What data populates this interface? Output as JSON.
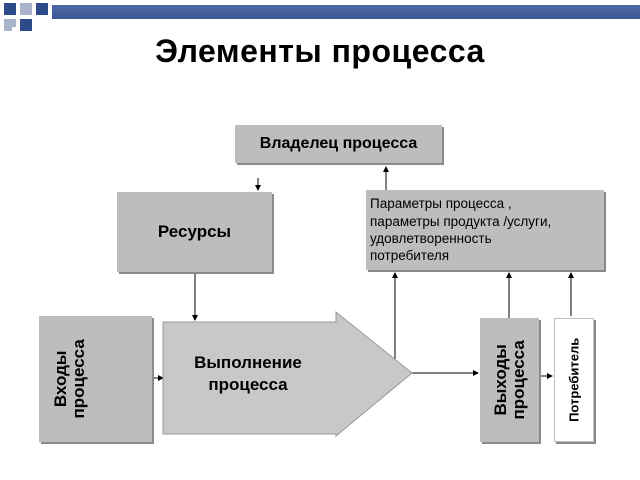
{
  "title": "Элементы процесса",
  "colors": {
    "box_fill": "#bdbdbd",
    "arrow_fill": "#c8c8c8",
    "decor_dark": "#2d4a8a",
    "decor_light": "#a9b4cc",
    "decor_bar": "#4d6aa6"
  },
  "diagram": {
    "owner": "Владелец процесса",
    "resources": "Ресурсы",
    "parameters": "Параметры процесса ,\nпараметры продукта /услуги,\nудовлетворенность\nпотребителя",
    "inputs": "Входы\nпроцесса",
    "execution": "Выполнение\nпроцесса",
    "outputs": "Выходы\nпроцесса",
    "consumer": "Потребитель"
  }
}
